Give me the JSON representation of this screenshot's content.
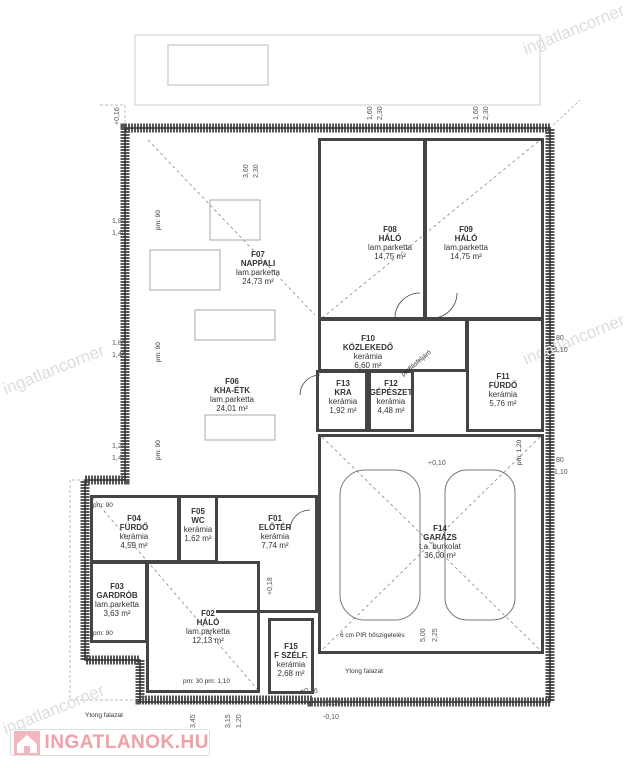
{
  "rooms": [
    {
      "id": "F01",
      "name": "ELŐTÉR",
      "material": "kerámia",
      "area": "7,74 m²"
    },
    {
      "id": "F02",
      "name": "HÁLÓ",
      "material": "lam.parketta",
      "area": "12,13 m²"
    },
    {
      "id": "F03",
      "name": "GARDRÓB",
      "material": "lam.parketta",
      "area": "3,63 m²"
    },
    {
      "id": "F04",
      "name": "FÜRDŐ",
      "material": "kerámia",
      "area": "4,59 m²"
    },
    {
      "id": "F05",
      "name": "WC",
      "material": "kerámia",
      "area": "1,62 m²"
    },
    {
      "id": "F06",
      "name": "KHA-ÉTK",
      "material": "lam.parketta",
      "area": "24,01 m²"
    },
    {
      "id": "F07",
      "name": "NAPPALI",
      "material": "lam.parketta",
      "area": "24,73 m²"
    },
    {
      "id": "F08",
      "name": "HÁLÓ",
      "material": "lam.parketta",
      "area": "14,75 m²"
    },
    {
      "id": "F09",
      "name": "HÁLÓ",
      "material": "lam.parketta",
      "area": "14,75 m²"
    },
    {
      "id": "F10",
      "name": "KÖZLEKEDŐ",
      "material": "kerámia",
      "area": "6,60 m²"
    },
    {
      "id": "F11",
      "name": "FÜRDŐ",
      "material": "kerámia",
      "area": "5,76 m²"
    },
    {
      "id": "F12",
      "name": "GÉPÉSZET",
      "material": "kerámia",
      "area": "4,48 m²"
    },
    {
      "id": "F13",
      "name": "KRA",
      "material": "kerámia",
      "area": "1,92 m²"
    },
    {
      "id": "F14",
      "name": "GARÁZS",
      "material": "t.a. burkolat",
      "area": "36,00 m²"
    },
    {
      "id": "F15",
      "name": "F SZÉLF.",
      "material": "kerámia",
      "area": "2,68 m²"
    }
  ],
  "annotations": {
    "insulation": "6 cm PIR hőszigetelés",
    "ytong1": "Ytong falazat",
    "ytong2": "Ytong falazat",
    "attic": "padlásfeljáró",
    "parapet_f02": "pm: 30  pm: 1,10",
    "pm_f03": "pm: 90",
    "pm_f04": "pm: 90",
    "pm_left1": "pm: 90",
    "pm_left2": "pm: 90",
    "pm_left3": "pm: 90",
    "pm_right": "pm: 1,20"
  },
  "dimensions": {
    "top1": "3,60",
    "top2": "2,30",
    "top3": "1,60",
    "top4": "2,30",
    "top5": "1,60",
    "top6": "2,30",
    "left1": "1,80",
    "left2": "1,40",
    "left3": "1,80",
    "left4": "1,40",
    "left5": "1,20",
    "left6": "1,40",
    "right1": "80",
    "right2": "1,10",
    "right3": "80",
    "right4": "1,10",
    "level1": "+0,16",
    "level2": "+0,10",
    "level3": "+0,18",
    "level4": "+0,16",
    "level5": "+0,03",
    "level6": "-0,10",
    "bottom1": "3,45",
    "bottom2": "3,15",
    "bottom3": "1,20",
    "garage1": "5,00",
    "garage2": "2,25"
  },
  "watermark": "ingatlancorner",
  "logo": "INGATLANOK.HU"
}
